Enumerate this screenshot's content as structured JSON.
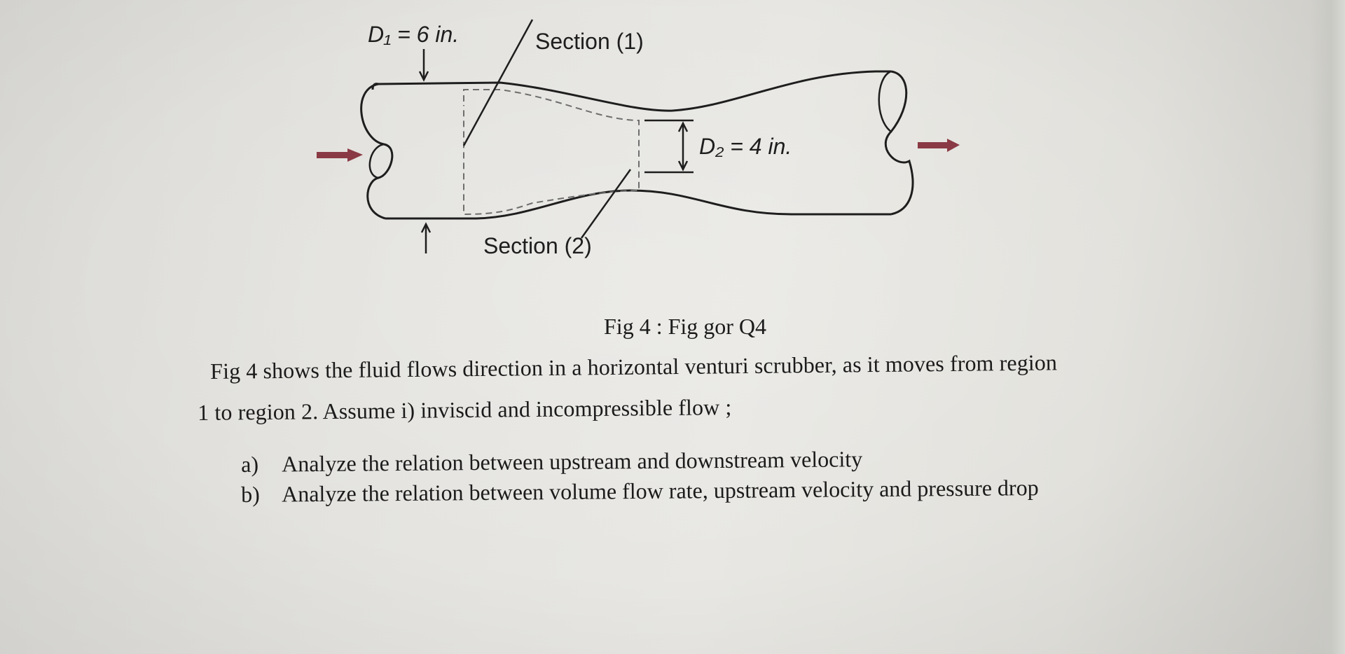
{
  "figure": {
    "d1_label": "D₁ = 6 in.",
    "section1_label": "Section (1)",
    "d2_label": "D₂ = 4 in.",
    "section2_label": "Section (2)",
    "arrow_color": "#8a3a44"
  },
  "caption": "Fig 4  : Fig gor Q4",
  "paragraph": {
    "line1": "Fig 4 shows the  fluid flows direction  in a  horizontal venturi scrubber, as it moves from region",
    "line2": "1 to region 2. Assume  i) inviscid and incompressible flow ;"
  },
  "questions": [
    {
      "marker": "a)",
      "text": "Analyze the relation between upstream and downstream velocity"
    },
    {
      "marker": "b)",
      "text": "Analyze the relation between volume flow rate, upstream velocity and pressure drop"
    }
  ]
}
